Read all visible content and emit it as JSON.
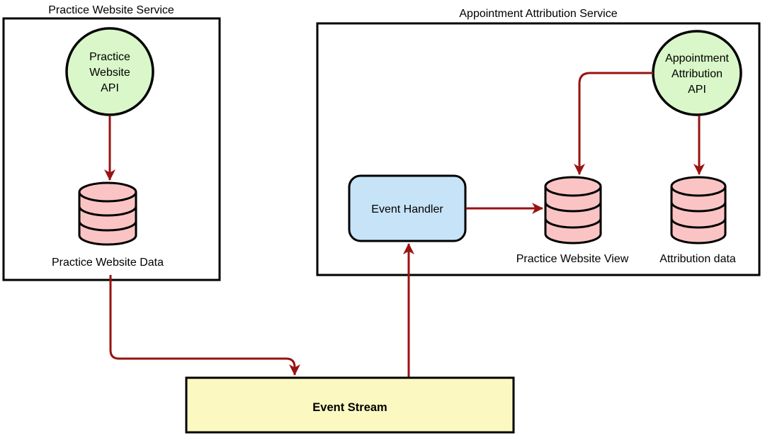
{
  "colors": {
    "arrow": "#9a1212",
    "shape_stroke": "#000000",
    "api_fill": "#d9f7c8",
    "db_fill": "#fbc4c4",
    "handler_fill": "#c7e3f7",
    "stream_fill": "#fbf9c1"
  },
  "left_service": {
    "title": "Practice Website Service",
    "api_label": [
      "Practice",
      "Website",
      "API"
    ],
    "db_label": "Practice Website Data"
  },
  "right_service": {
    "title": "Appointment Attribution Service",
    "api_label": [
      "Appointment",
      "Attribution",
      "API"
    ],
    "handler_label": "Event Handler",
    "view_db_label": "Practice Website View",
    "attribution_db_label": "Attribution data"
  },
  "event_stream": {
    "label": "Event Stream"
  }
}
